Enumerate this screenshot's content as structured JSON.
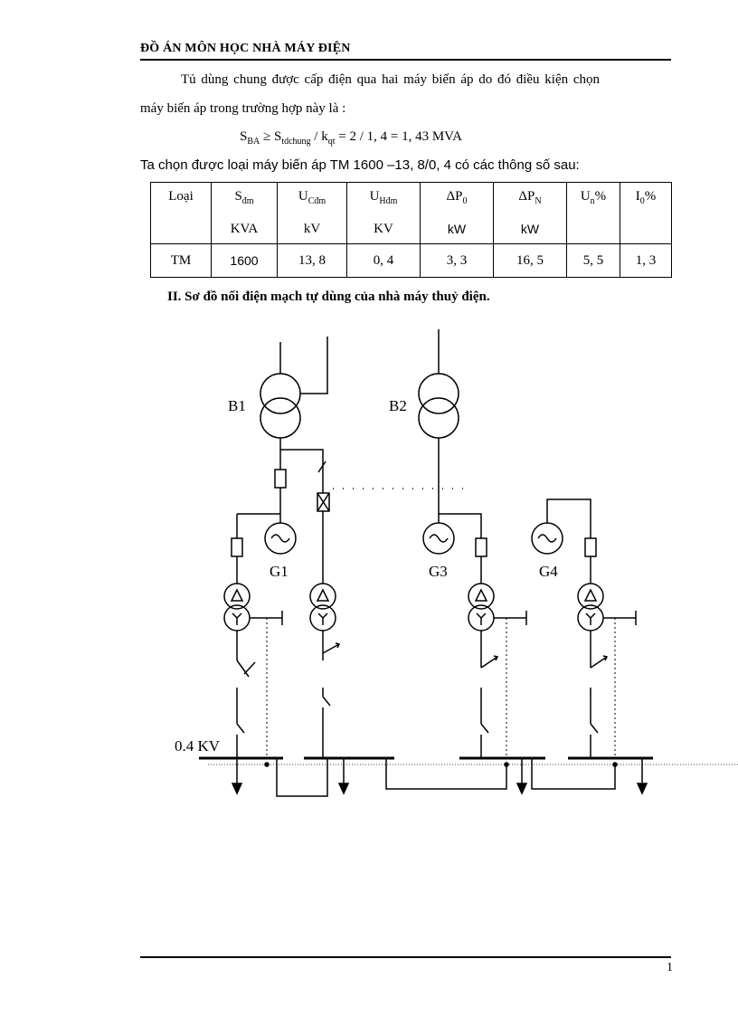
{
  "header": {
    "title": "ĐỒ ÁN MÔN HỌC NHÀ MÁY ĐIỆN"
  },
  "body": {
    "para1_line1": "Tủ dùng chung được cấp điện qua hai máy biến áp do đó điều kiện chọn",
    "para1_line2": "máy biến áp trong trường hợp này là :",
    "formula": {
      "s": "S",
      "s_sub": "BA",
      "geq": " ≥  S",
      "s2_sub": "tdchung",
      "div_k": " / k",
      "k_sub": "qt",
      "rest": " = 2 / 1, 4 = 1, 43 MVA"
    },
    "para2": "Ta chọn được loại máy biến áp TM 1600 –13, 8/0, 4 có các thông số sau:"
  },
  "table": {
    "headers": [
      {
        "main": "Loại",
        "sub": "",
        "unit": ""
      },
      {
        "main": "S",
        "sub": "đm",
        "unit": "KVA"
      },
      {
        "main": "U",
        "sub": "Cđm",
        "unit": "kV"
      },
      {
        "main": "U",
        "sub": "Hđm",
        "unit": "KV"
      },
      {
        "main": "ΔP",
        "sub": "0",
        "unit": "kW"
      },
      {
        "main": "ΔP",
        "sub": "N",
        "unit": "kW"
      },
      {
        "main": "U",
        "sub": "n",
        "tail": "%",
        "unit": ""
      },
      {
        "main": "I",
        "sub": "0",
        "tail": "%",
        "unit": ""
      }
    ],
    "row": [
      "TM",
      "1600",
      "13, 8",
      "0, 4",
      "3, 3",
      "16, 5",
      "5, 5",
      "1, 3"
    ]
  },
  "section_title": "II. Sơ đồ nối điện mạch tự dùng của nhà máy thuỷ điện.",
  "diagram": {
    "labels": {
      "b1": "B1",
      "b2": "B2",
      "g1": "G1",
      "g3": "G3",
      "g4": "G4",
      "voltage": "0.4 KV"
    }
  },
  "footer": {
    "page_number": "1"
  }
}
